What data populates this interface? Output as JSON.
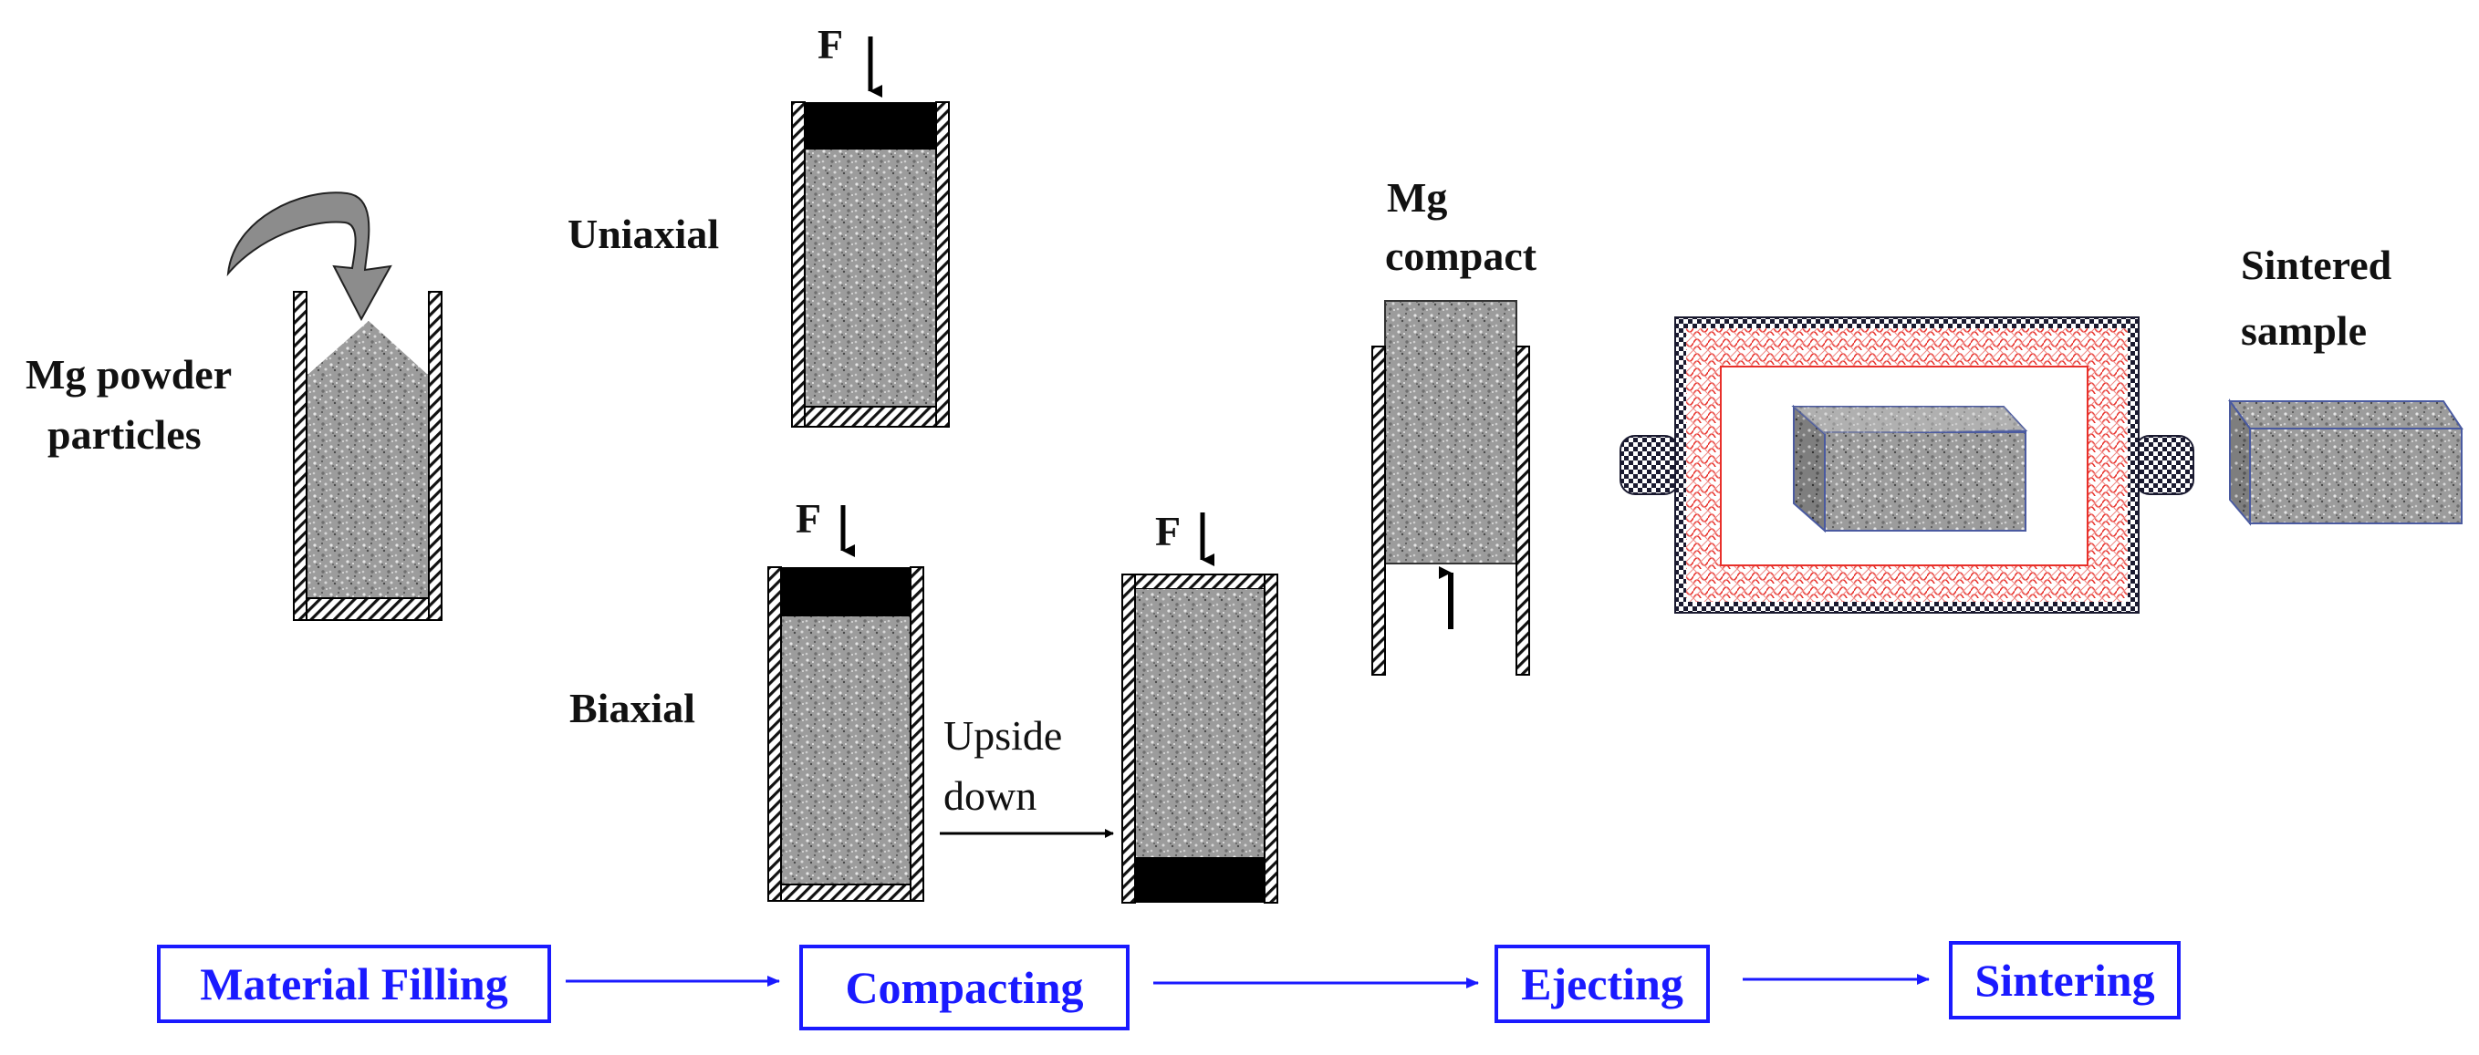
{
  "labels": {
    "powder": [
      "Mg powder",
      "particles"
    ],
    "uniaxial": "Uniaxial",
    "biaxial": "Biaxial",
    "force": "F",
    "upside_down": [
      "Upside",
      "down"
    ],
    "compact": [
      "Mg",
      "compact"
    ],
    "sintered": [
      "Sintered",
      "sample"
    ]
  },
  "steps": [
    {
      "label": "Material Filling"
    },
    {
      "label": "Compacting"
    },
    {
      "label": "Ejecting"
    },
    {
      "label": "Sintering"
    }
  ],
  "colors": {
    "step_blue": "#1a1aff",
    "furnace_red": "#e8302a",
    "powder": "#9a9a9a",
    "punch": "#000000"
  }
}
